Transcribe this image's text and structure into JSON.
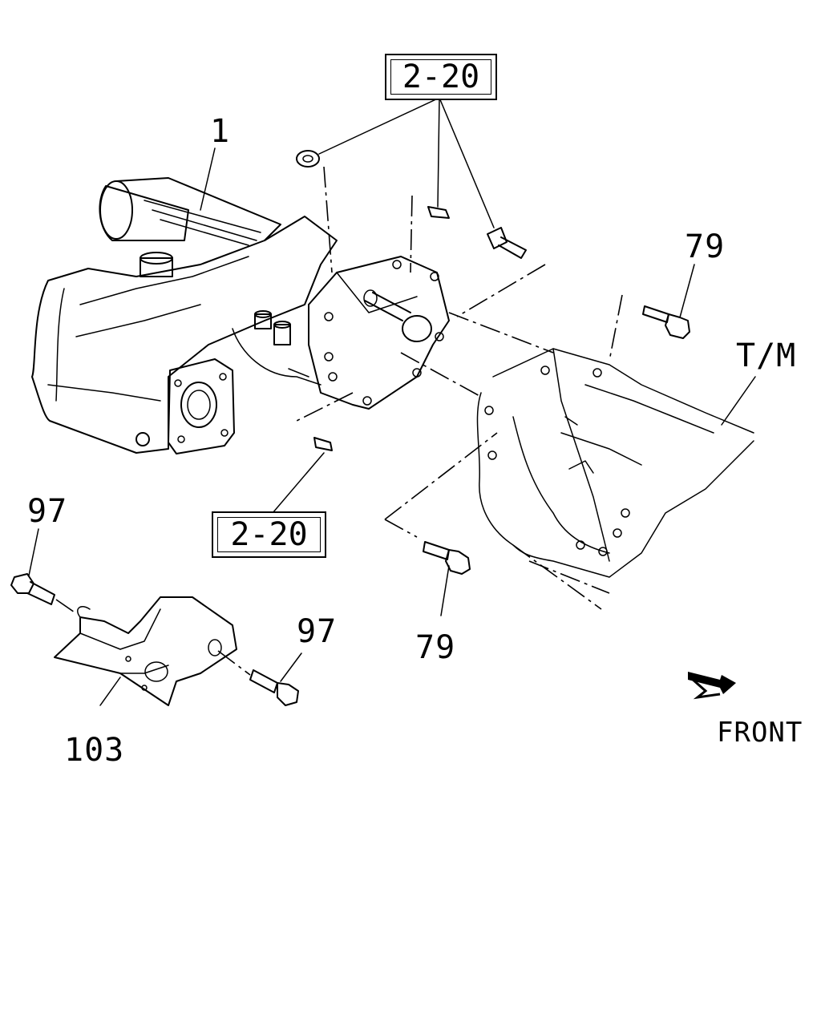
{
  "callouts": {
    "part_1": "1",
    "ref_top": "2-20",
    "ref_bottom": "2-20",
    "part_79_right": "79",
    "part_79_bottom": "79",
    "part_97_left": "97",
    "part_97_right": "97",
    "part_103": "103",
    "tm": "T/M"
  },
  "front": {
    "label": "FRONT",
    "icon": "front-arrow-icon"
  },
  "colors": {
    "line": "#000000",
    "background": "#ffffff"
  }
}
